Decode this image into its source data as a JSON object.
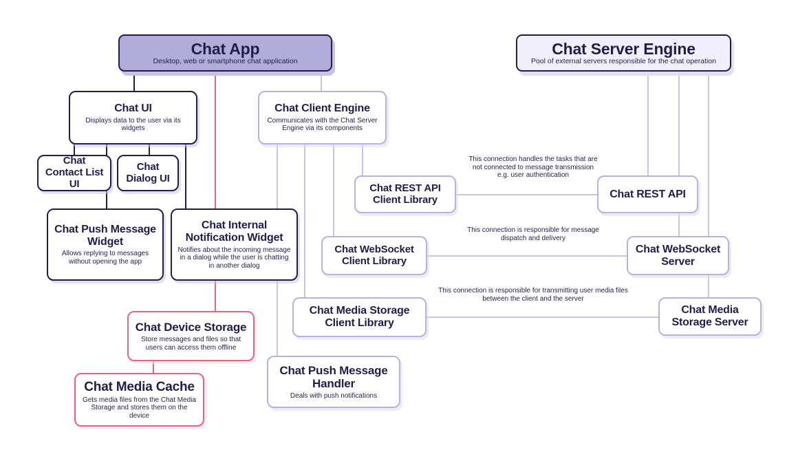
{
  "diagram": {
    "title_implicit": "Chat application architecture diagram",
    "nodes": {
      "chat_app": {
        "title": "Chat App",
        "subtitle": "Desktop, web or smartphone chat application"
      },
      "chat_server_engine": {
        "title": "Chat Server Engine",
        "subtitle": "Pool of external servers responsible for the chat operation"
      },
      "chat_ui": {
        "title": "Chat UI",
        "subtitle": "Displays data to the user via its widgets"
      },
      "chat_client_engine": {
        "title": "Chat Client Engine",
        "subtitle": "Communicates with the Chat Server Engine via its components"
      },
      "chat_contact_list_ui": {
        "title": "Chat Contact List UI"
      },
      "chat_dialog_ui": {
        "title": "Chat Dialog UI"
      },
      "chat_push_message_widget": {
        "title": "Chat Push Message Widget",
        "subtitle": "Allows replying to messages without opening the app"
      },
      "chat_internal_notification_widget": {
        "title": "Chat Internal Notification Widget",
        "subtitle": "Notifies about the incoming message in a dialog while the user is chatting in another dialog"
      },
      "chat_rest_api_client_library": {
        "title": "Chat REST API Client Library"
      },
      "chat_rest_api": {
        "title": "Chat REST API"
      },
      "chat_websocket_client_library": {
        "title": "Chat WebSocket Client Library"
      },
      "chat_websocket_server": {
        "title": "Chat WebSocket Server"
      },
      "chat_media_storage_client_library": {
        "title": "Chat Media Storage Client Library"
      },
      "chat_media_storage_server": {
        "title": "Chat Media Storage Server"
      },
      "chat_device_storage": {
        "title": "Chat Device Storage",
        "subtitle": "Store messages and files so that users can access them offline"
      },
      "chat_media_cache": {
        "title": "Chat Media Cache",
        "subtitle": "Gets media files from the Chat Media Storage and stores them on the device"
      },
      "chat_push_message_handler": {
        "title": "Chat Push Message Handler",
        "subtitle": "Deals with push notifications"
      }
    },
    "annotations": {
      "rest": "This connection handles the tasks that are not connected to message transmission e.g. user authentication",
      "websocket": "This connection is responsible for message dispatch and delivery",
      "media": "This connection is responsible for transmitting user media files between the client and the server"
    },
    "colors": {
      "text_dark": "#221d48",
      "dark_border": "#221d48",
      "purple_header_fill": "#b1acd8",
      "light_header_fill": "#f1effb",
      "lavender_border": "#b7b1de",
      "lavender_line": "#c8c3e7",
      "pink": "#ef6080",
      "shadow_lavender": "#c7c3e6",
      "background": "#ffffff"
    }
  }
}
